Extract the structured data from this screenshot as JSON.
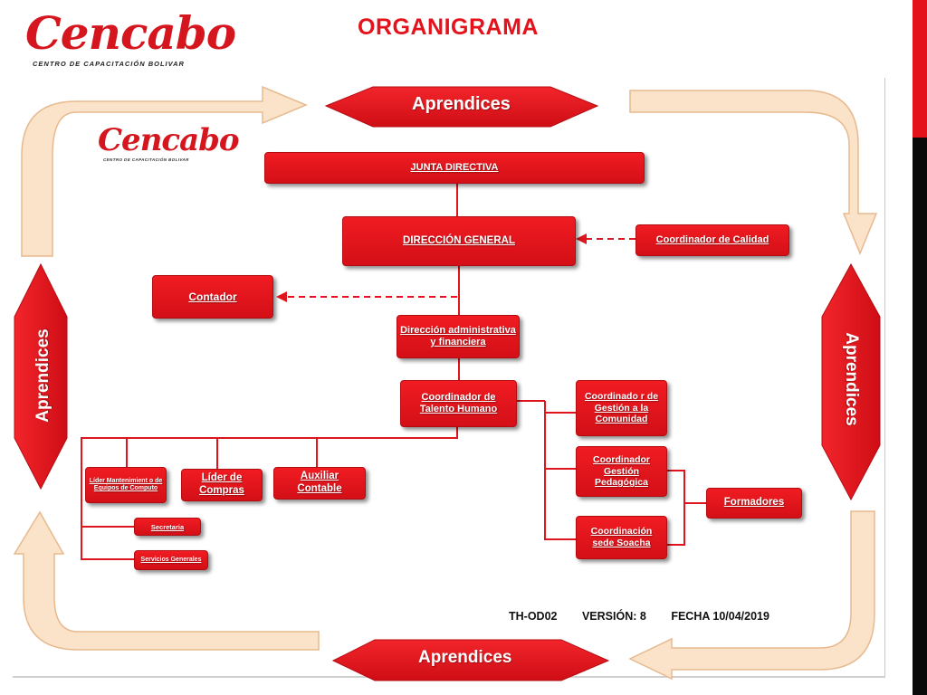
{
  "slide": {
    "title": "ORGANIGRAMA"
  },
  "logo": {
    "word": "Cencabo",
    "tagline": "CENTRO DE CAPACITACIÓN BOLIVAR"
  },
  "banners": {
    "top": "Aprendices",
    "left": "Aprendices",
    "right": "Aprendices",
    "bottom": "Aprendices"
  },
  "nodes": {
    "junta_directiva": "JUNTA DIRECTIVA",
    "direccion_general": "DIRECCIÓN GENERAL",
    "coordinador_calidad": "Coordinador de Calidad",
    "contador": "Contador",
    "direccion_admin": "Dirección administrativa y financiera",
    "coordinador_talento": "Coordinador de Talento Humano",
    "coordinador_gestion_comunidad": "Coordinado r de Gestión a la Comunidad",
    "coordinador_gestion_pedagogica": "Coordinador Gestión Pedagógica",
    "coordinacion_soacha": "Coordinación sede Soacha",
    "formadores": "Formadores",
    "lider_mantenimiento": "Líder Mantenimient o de Equipos de Computo",
    "lider_compras": "Líder de Compras",
    "auxiliar_contable": "Auxiliar Contable",
    "secretaria": "Secretaria",
    "servicios_generales": "Servicios Generales"
  },
  "footer": {
    "code": "TH-OD02",
    "version": "VERSIÓN: 8",
    "date": "FECHA 10/04/2019"
  },
  "colors": {
    "accent_red": "#e3121b",
    "node_red": "#e8141c",
    "arrow_fill": "#fbe3c9",
    "connector": "#e0141c"
  }
}
